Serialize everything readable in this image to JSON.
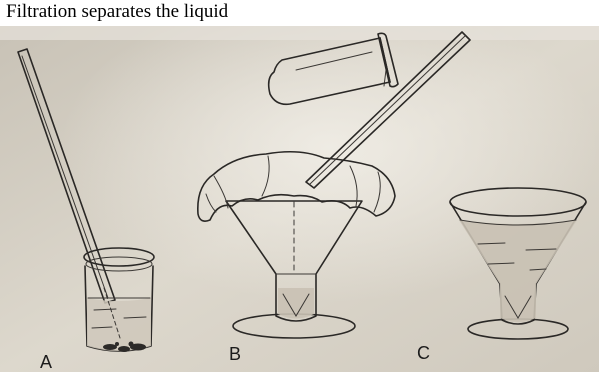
{
  "caption": "Filtration separates the liquid",
  "labels": {
    "a": "A",
    "b": "B",
    "c": "C"
  },
  "colors": {
    "paper": "#d8d2c6",
    "ink": "#2a2826",
    "liquid": "#c9c1b4"
  }
}
